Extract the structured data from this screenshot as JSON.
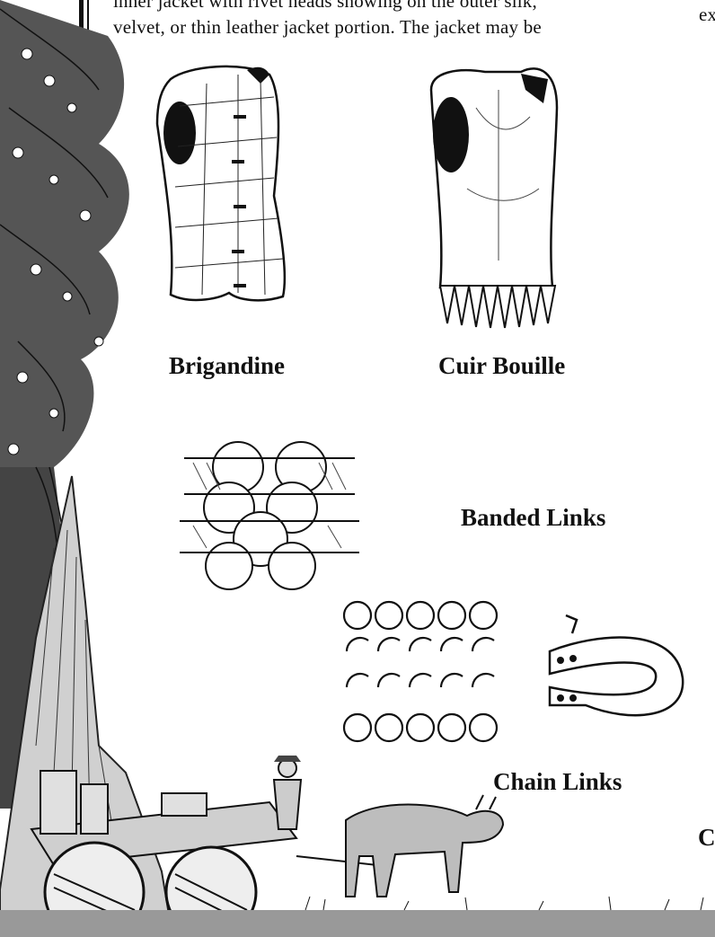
{
  "body_text": {
    "line1": "inner jacket with rivet heads showing on the outer silk,",
    "line2": "velvet, or thin leather jacket portion. The jacket may be",
    "right_fragment": "ex",
    "right_bottom_fragment": "C"
  },
  "captions": {
    "brigandine": "Brigandine",
    "cuir_bouille": "Cuir Bouille",
    "banded_links": "Banded Links",
    "chain_links": "Chain Links"
  }
}
